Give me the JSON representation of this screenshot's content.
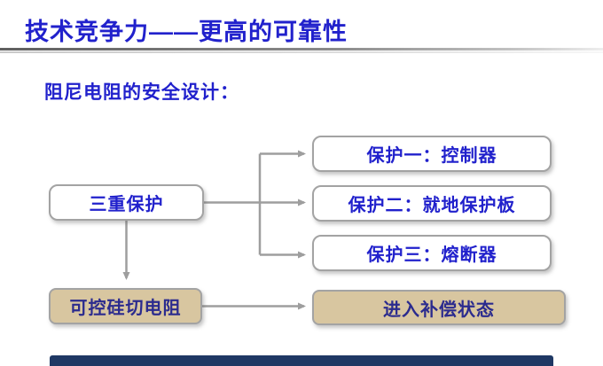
{
  "slide": {
    "title": "技术竞争力——更高的可靠性",
    "subtitle": "阻尼电阻的安全设计：",
    "diagram": {
      "root": {
        "label": "三重保护"
      },
      "protections": [
        {
          "label": "保护一：控制器"
        },
        {
          "label": "保护二：就地保护板"
        },
        {
          "label": "保护三：熔断器"
        }
      ],
      "action": {
        "label": "可控硅切电阻"
      },
      "result": {
        "label": "进入补偿状态"
      }
    },
    "colors": {
      "title_blue": "#2121cc",
      "node_text_blue": "#2121cc",
      "tan_node_fill": "#d8c6a0",
      "tan_node_text": "#2b2b8e",
      "node_border_gray": "#a3a3a3",
      "connector_gray": "#9e9e9e",
      "footer_navy": "#1f3864"
    }
  }
}
